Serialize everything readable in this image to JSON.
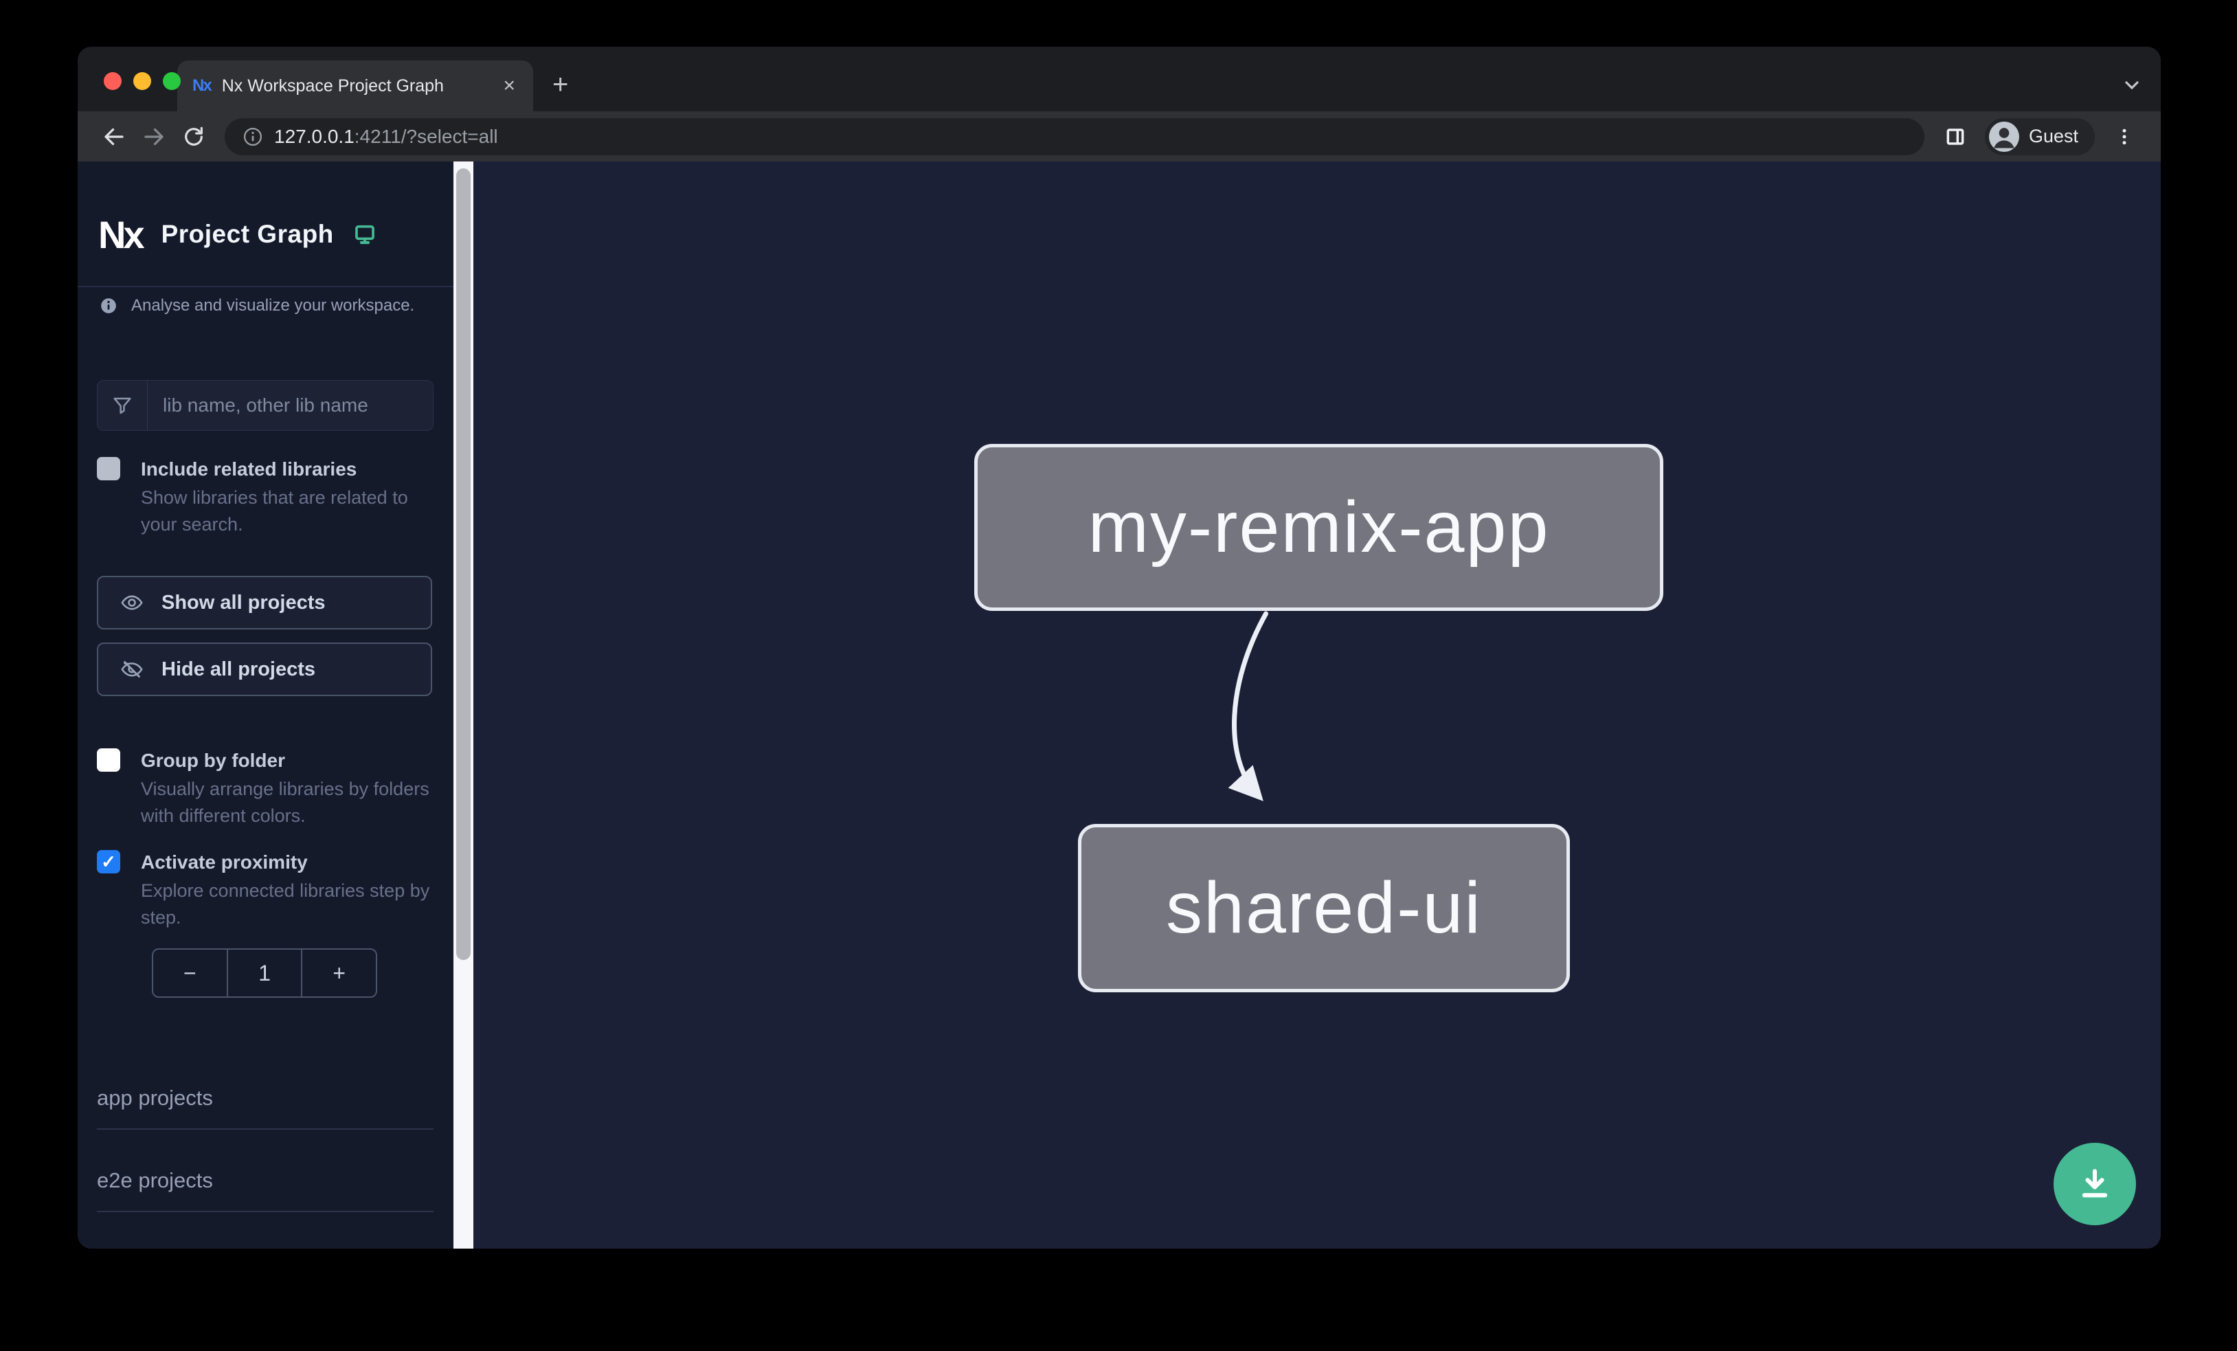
{
  "browser": {
    "tab_title": "Nx Workspace Project Graph",
    "favicon_text": "Nx",
    "close_glyph": "×",
    "new_tab_glyph": "+",
    "url_host": "127.0.0.1",
    "url_rest": ":4211/?select=all",
    "guest_label": "Guest"
  },
  "sidebar": {
    "logo_text": "Nx",
    "app_title": "Project Graph",
    "tagline": "Analyse and visualize your workspace.",
    "search": {
      "placeholder": "lib name, other lib name"
    },
    "include_related": {
      "label": "Include related libraries",
      "description": "Show libraries that are related to your search.",
      "checked": false
    },
    "show_all_label": "Show all projects",
    "hide_all_label": "Hide all projects",
    "group_by_folder": {
      "label": "Group by folder",
      "description": "Visually arrange libraries by folders with different colors.",
      "checked": false
    },
    "activate_proximity": {
      "label": "Activate proximity",
      "description": "Explore connected libraries step by step.",
      "checked": true
    },
    "proximity": {
      "decrease": "−",
      "value": "1",
      "increase": "+"
    },
    "sections": [
      {
        "label": "app projects"
      },
      {
        "label": "e2e projects"
      }
    ]
  },
  "graph": {
    "nodes": [
      {
        "id": "my-remix-app"
      },
      {
        "id": "shared-ui"
      }
    ],
    "edges": [
      {
        "source": "my-remix-app",
        "target": "shared-ui"
      }
    ]
  },
  "glyphs": {
    "check": "✓"
  },
  "colors": {
    "accent_teal": "#45ba92",
    "checkbox_blue": "#1f7cf4",
    "node_fill": "#74757e",
    "node_border": "#e7eaf1",
    "canvas_bg": "#1b2036",
    "sidebar_bg": "#151a2b",
    "traffic_red": "#ff5f57",
    "traffic_yellow": "#febc2e",
    "traffic_green": "#28c840"
  }
}
